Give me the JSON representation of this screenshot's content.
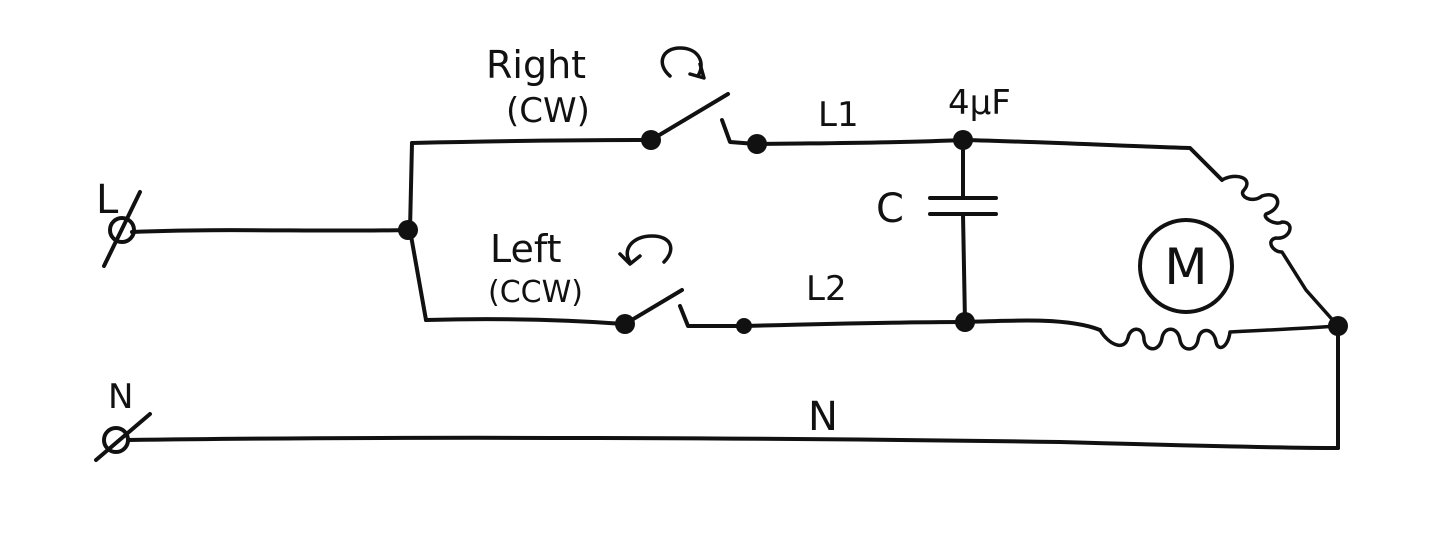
{
  "diagram": {
    "terminals": {
      "line": "L",
      "neutral": "N"
    },
    "switches": {
      "right": {
        "name": "Right",
        "direction": "(CW)",
        "icon": "clockwise-arrow-icon"
      },
      "left": {
        "name": "Left",
        "direction": "(CCW)",
        "icon": "counterclockwise-arrow-icon"
      }
    },
    "wires": {
      "l1": "L1",
      "l2": "L2",
      "neutral": "N"
    },
    "capacitor": {
      "label": "C",
      "value": "4μF"
    },
    "motor": {
      "label": "M"
    }
  }
}
